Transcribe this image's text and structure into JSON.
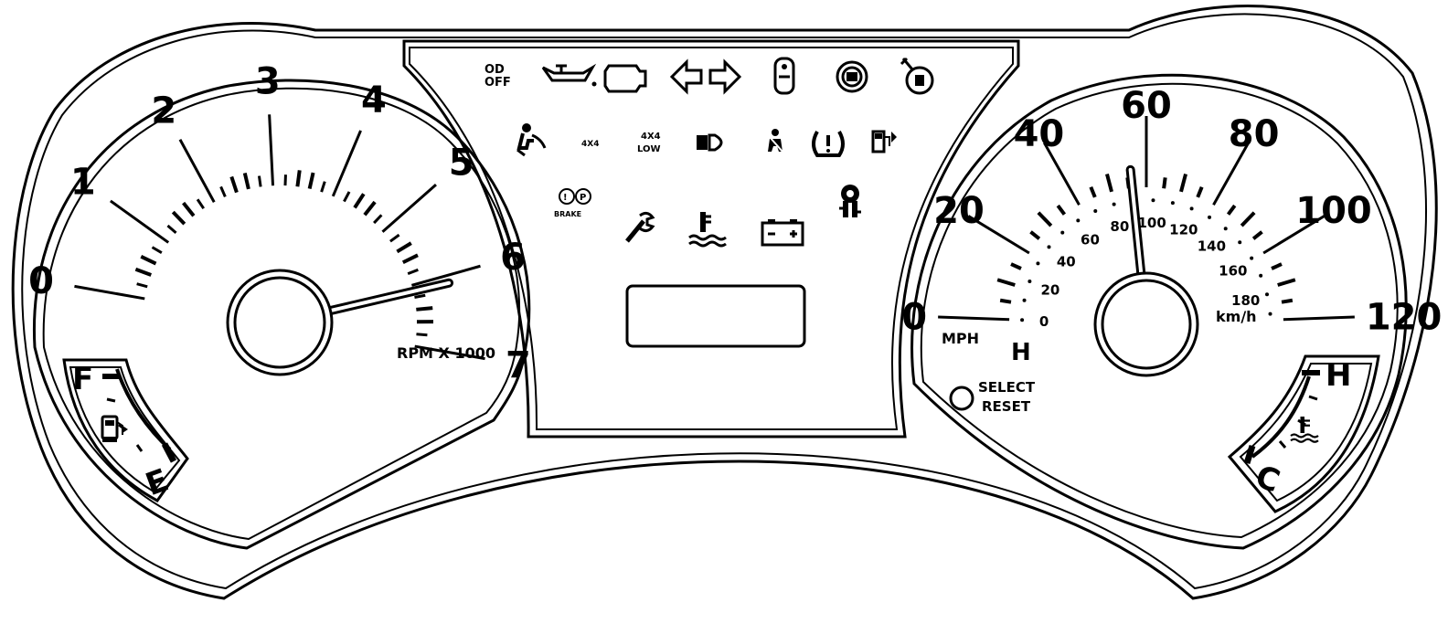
{
  "tachometer": {
    "labels": [
      "0",
      "1",
      "2",
      "3",
      "4",
      "5",
      "6",
      "7"
    ],
    "unit": "RPM X 1000",
    "needle_rpm_thousands": 6.1
  },
  "speedometer": {
    "mph_labels": [
      "0",
      "20",
      "40",
      "60",
      "80",
      "100",
      "120"
    ],
    "mph_unit": "MPH",
    "kmh_labels": [
      "0",
      "20",
      "40",
      "60",
      "80",
      "100",
      "120",
      "140",
      "160",
      "180"
    ],
    "kmh_unit": "km/h",
    "needle_mph": 56
  },
  "fuel_gauge": {
    "full": "F",
    "empty": "E"
  },
  "temp_gauge": {
    "hot": "H",
    "cold": "C"
  },
  "speedo_center": {
    "h_label": "H"
  },
  "select_reset": {
    "line1": "SELECT",
    "line2": "RESET"
  },
  "warning_lights": {
    "od_off": [
      "OD",
      "OFF"
    ],
    "four_low": [
      "4X4",
      "LOW"
    ],
    "four_by_four": "4X4",
    "brake": "BRAKE"
  }
}
